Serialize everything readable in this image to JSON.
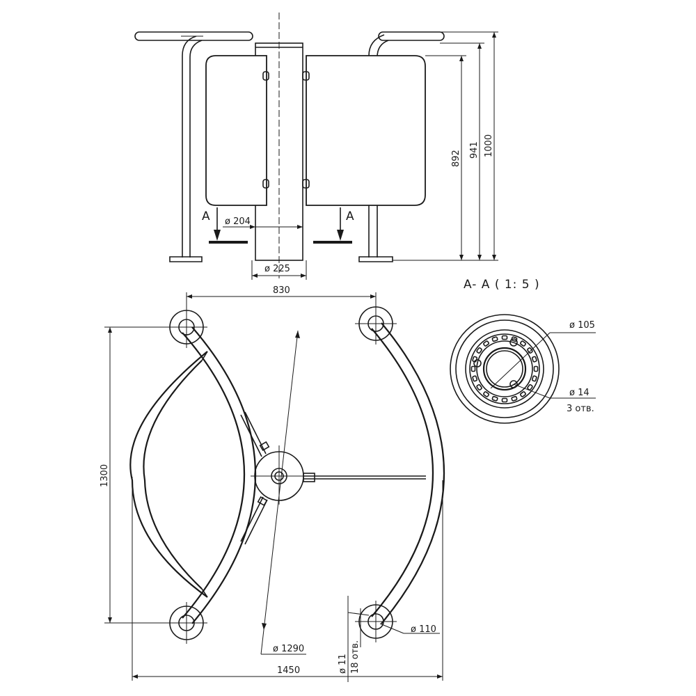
{
  "front_view": {
    "dims": {
      "height_panel": "892",
      "height_total_inner": "941",
      "height_total": "1000",
      "post_diameter_upper": "ø 204",
      "post_diameter_base": "ø 225"
    },
    "section_markers": {
      "left": "A",
      "right": "A"
    }
  },
  "top_view": {
    "dims": {
      "post_spacing": "830",
      "depth": "1300",
      "width": "1450",
      "arc_diameter": "ø 1290",
      "flange_diameter": "ø 110",
      "hole_diameter": "ø 11",
      "hole_count": "18 отв."
    }
  },
  "section_view": {
    "title": "A- A ( 1: 5 )",
    "dims": {
      "inner_diameter": "ø 105",
      "bolt_diameter": "ø 14",
      "bolt_count": "3 отв."
    }
  }
}
